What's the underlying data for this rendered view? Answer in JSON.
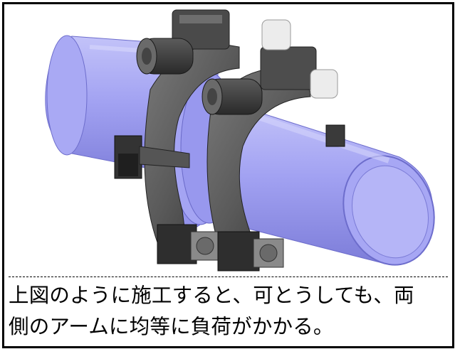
{
  "caption": {
    "line1": "上図のように施工すると、可とうしても、両",
    "line2": "側のアームに均等に負荷がかかる。"
  },
  "colors": {
    "pipe_fill": "#9c9cf0",
    "pipe_shade": "#7a7ad8",
    "pipe_highlight": "#c9c9fb",
    "clamp_dark": "#3a3a3a",
    "clamp_mid": "#6e6e6e",
    "clamp_light": "#a6a6a6",
    "bolt_white": "#eeeeee",
    "border": "#000000"
  },
  "illustration": "pipe-coupling-clamp-3d"
}
